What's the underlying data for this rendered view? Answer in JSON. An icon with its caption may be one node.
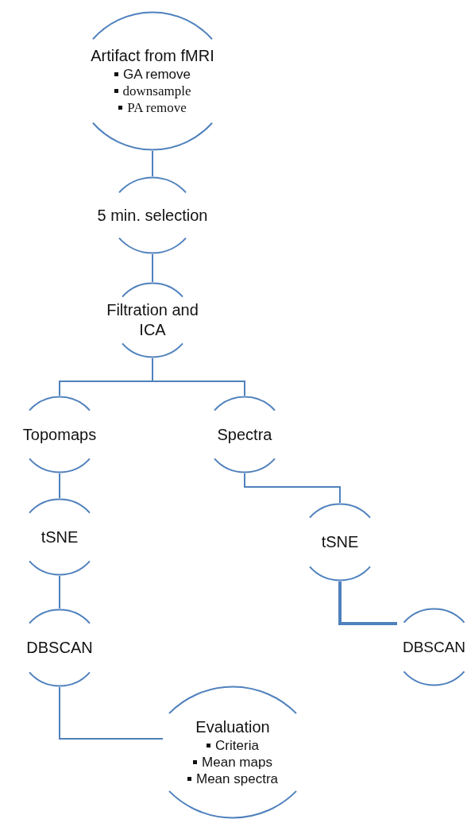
{
  "diagram": {
    "nodes": [
      {
        "text": [
          "Artifact from fMRI",
          "GA remove",
          "downsample",
          "PA remove"
        ]
      },
      {
        "text": [
          "5 min. selection"
        ]
      },
      {
        "text": [
          "Filtration and ICA"
        ]
      },
      {
        "text": [
          "Topomaps"
        ]
      },
      {
        "text": [
          "Spectra"
        ]
      },
      {
        "text": [
          "tSNE"
        ]
      },
      {
        "text": [
          "tSNE"
        ]
      },
      {
        "text": [
          "DBSCAN"
        ]
      },
      {
        "text": [
          "DBSCAN"
        ]
      },
      {
        "text": [
          "Evaluation",
          "Criteria",
          "Mean maps",
          "Mean spectra"
        ]
      }
    ],
    "edges": [
      {
        "from": 0,
        "to": 1,
        "arrow": "none"
      },
      {
        "from": 1,
        "to": 2,
        "arrow": "none"
      },
      {
        "from": 2,
        "to": 3,
        "arrow": "none"
      },
      {
        "from": 2,
        "to": 4,
        "arrow": "none"
      },
      {
        "from": 3,
        "to": 5,
        "arrow": "none"
      },
      {
        "from": 5,
        "to": 7,
        "arrow": "none"
      },
      {
        "from": 4,
        "to": 6,
        "arrow": "none"
      },
      {
        "from": 6,
        "to": 8,
        "arrow": "none",
        "style": "thick"
      },
      {
        "from": 7,
        "to": 9,
        "arrow": "none"
      }
    ]
  }
}
